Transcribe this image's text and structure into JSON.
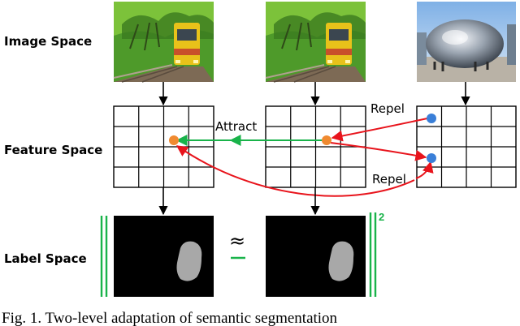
{
  "labels": {
    "image_space": "Image Space",
    "feature_space": "Feature Space",
    "label_space": "Label Space"
  },
  "annotations": {
    "attract": "Attract",
    "repel_top": "Repel",
    "repel_bottom": "Repel",
    "approx": "≈",
    "norm_exponent": "2"
  },
  "caption": "Fig. 1. Two-level adaptation of semantic segmentation",
  "colors": {
    "attract": "#19b34a",
    "repel": "#e8141c",
    "orange_point": "#f08a30",
    "blue_point": "#3a7fd8",
    "mask": "#a8a8a8",
    "label_bg": "#000000",
    "norm_bars": "#19b34a"
  },
  "icons": {
    "photo_train_left": "train-photo",
    "photo_train_middle": "train-photo",
    "photo_bean": "sculpture-photo"
  }
}
